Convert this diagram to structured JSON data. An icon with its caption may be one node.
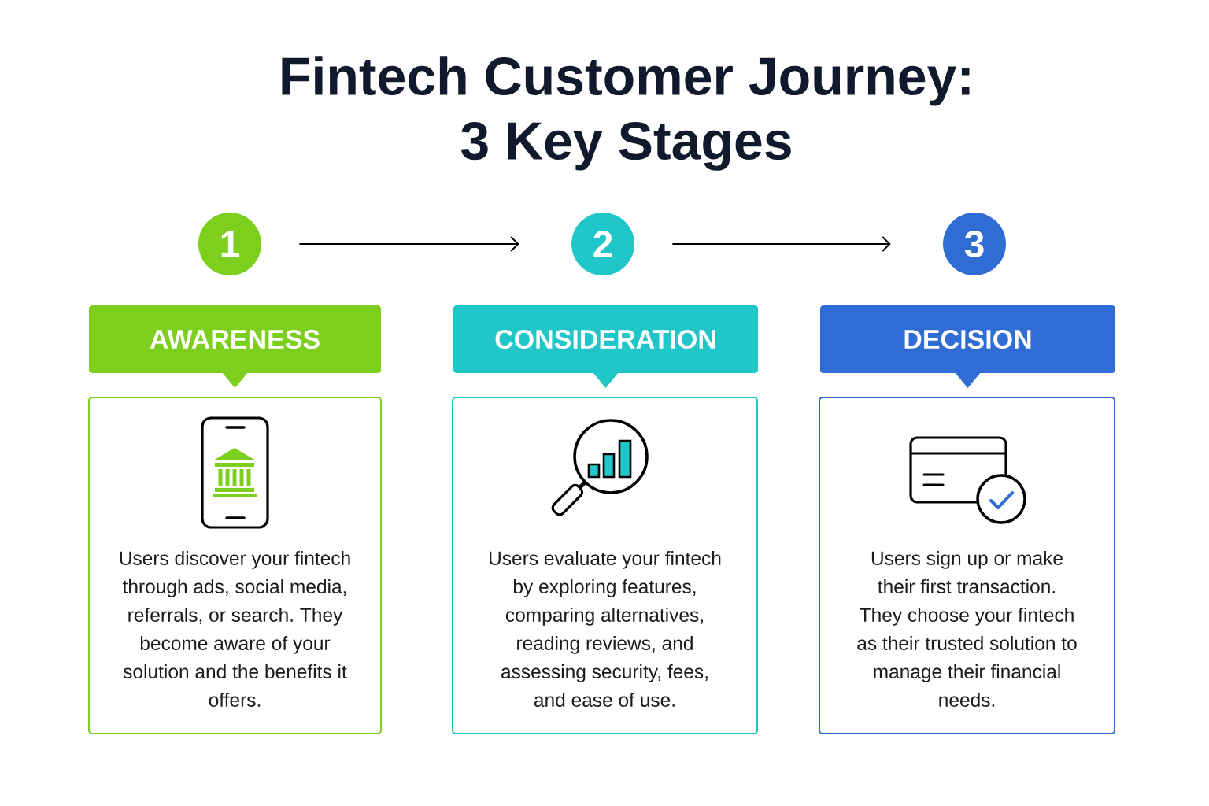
{
  "diagram": {
    "title": "Fintech Customer Journey: 3 Key Stages",
    "nodes": [
      {
        "text": [
          "1"
        ]
      },
      {
        "text": [
          "2"
        ]
      },
      {
        "text": [
          "3"
        ]
      },
      {
        "text": [
          "AWARENESS"
        ]
      },
      {
        "text": [
          "CONSIDERATION"
        ]
      },
      {
        "text": [
          "DECISION"
        ]
      },
      {
        "text": [
          "Users discover your fintech through ads, social media, referrals, or search. They become aware of your solution and the benefits it offers."
        ]
      },
      {
        "text": [
          "Users evaluate your fintech by exploring features, comparing alternatives, reading reviews, and assessing security, fees, and ease of use."
        ]
      },
      {
        "text": [
          "Users sign up or make their first transaction. They choose your fintech as their trusted solution to manage their financial needs."
        ]
      }
    ],
    "edges": [
      {
        "from": 0,
        "to": 1,
        "arrow": "to"
      },
      {
        "from": 1,
        "to": 2,
        "arrow": "to"
      }
    ]
  }
}
